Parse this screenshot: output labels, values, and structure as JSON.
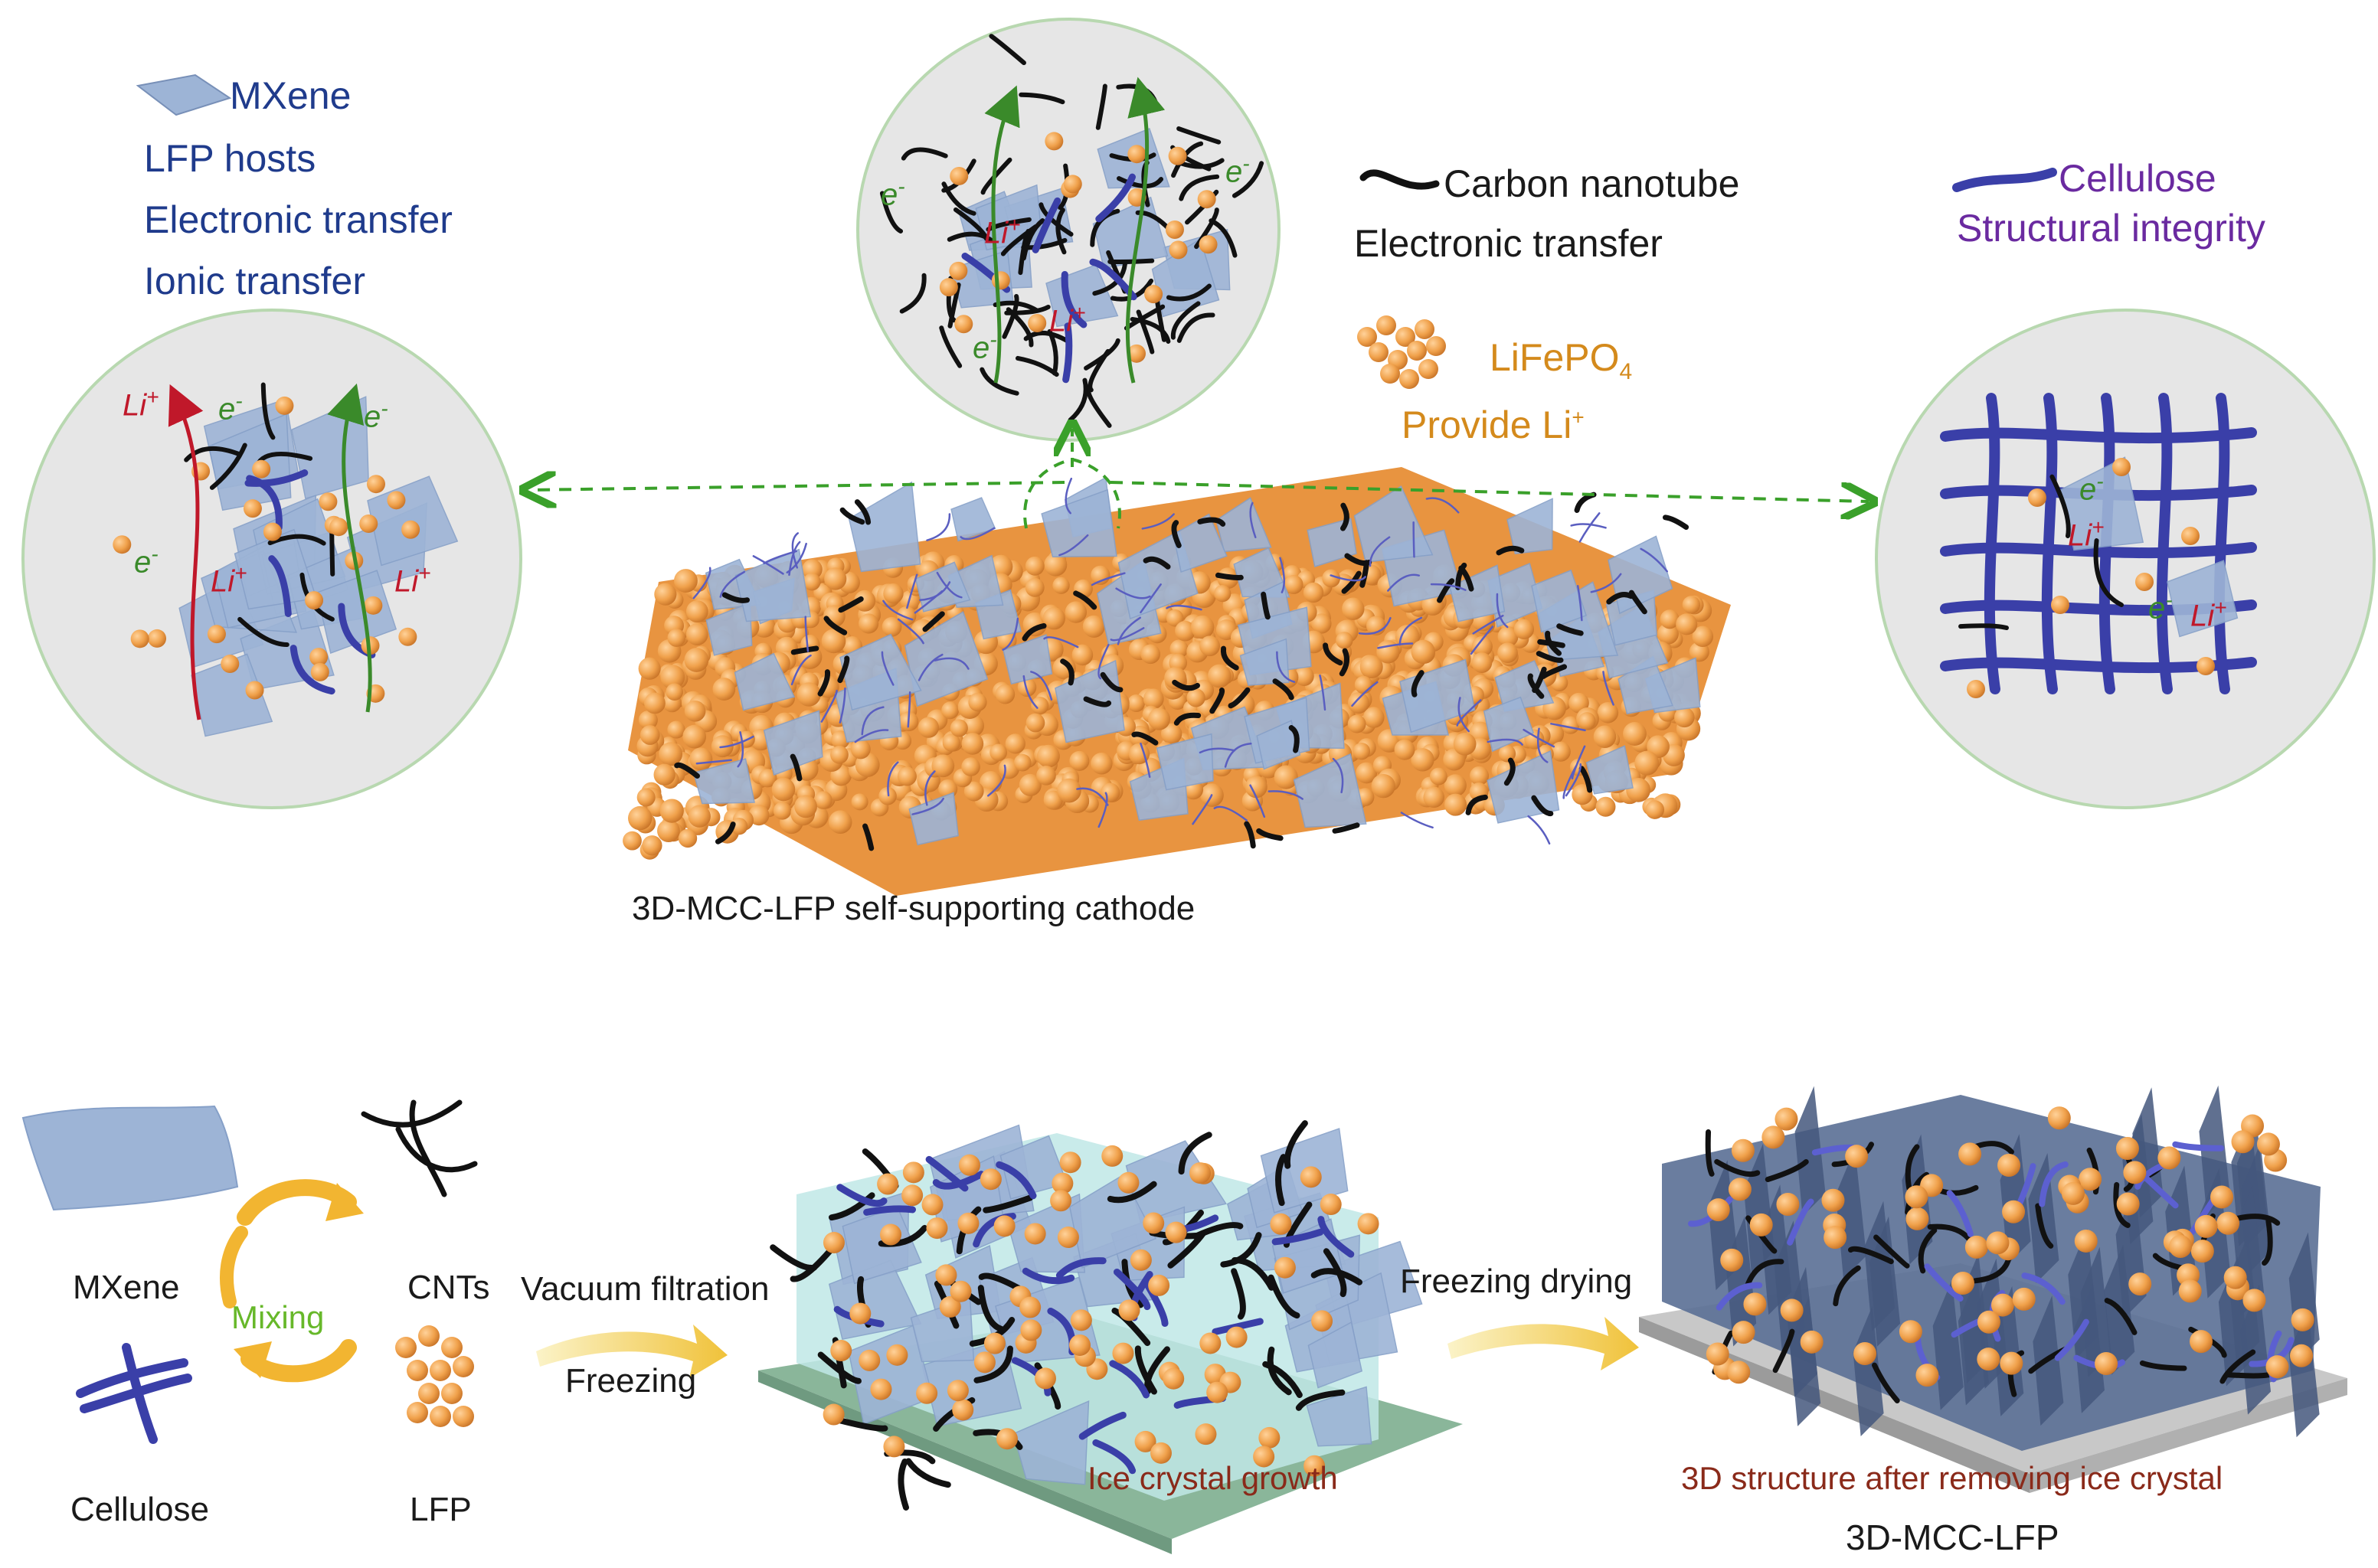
{
  "legend": {
    "mxene_label": "MXene",
    "mxene_roles": [
      "LFP hosts",
      "Electronic transfer",
      "Ionic transfer"
    ],
    "cnt_label": "Carbon nanotube",
    "cnt_role": "Electronic transfer",
    "cellulose_label": "Cellulose",
    "cellulose_role": "Structural integrity",
    "lfp_label_main": "LiFePO",
    "lfp_label_sub": "4",
    "lfp_role_main": "Provide Li",
    "lfp_role_sup": "+"
  },
  "insets": {
    "electron_main": "e",
    "electron_sup": "-",
    "li_main": "Li",
    "li_sup": "+"
  },
  "main": {
    "cathode_caption": "3D-MCC-LFP  self-supporting  cathode"
  },
  "process": {
    "mxene": "MXene",
    "cnts": "CNTs",
    "cellulose": "Cellulose",
    "lfp": "LFP",
    "mixing": "Mixing",
    "step1_top": "Vacuum filtration",
    "step1_bottom": "Freezing",
    "step2_top": "Freezing drying",
    "ice_caption": "Ice crystal growth",
    "dried_caption": "3D structure after removing ice crystal",
    "final_caption": "3D-MCC-LFP"
  },
  "colors": {
    "mxene": "#9db4d6",
    "cnt": "#111111",
    "cellulose": "#3a3fa8",
    "lfp": "#f0a14b",
    "electron": "#3a8a2a",
    "lithium": "#c0182a",
    "arrow_dashed": "#3aa02a",
    "ice": "#7fd3d3"
  }
}
